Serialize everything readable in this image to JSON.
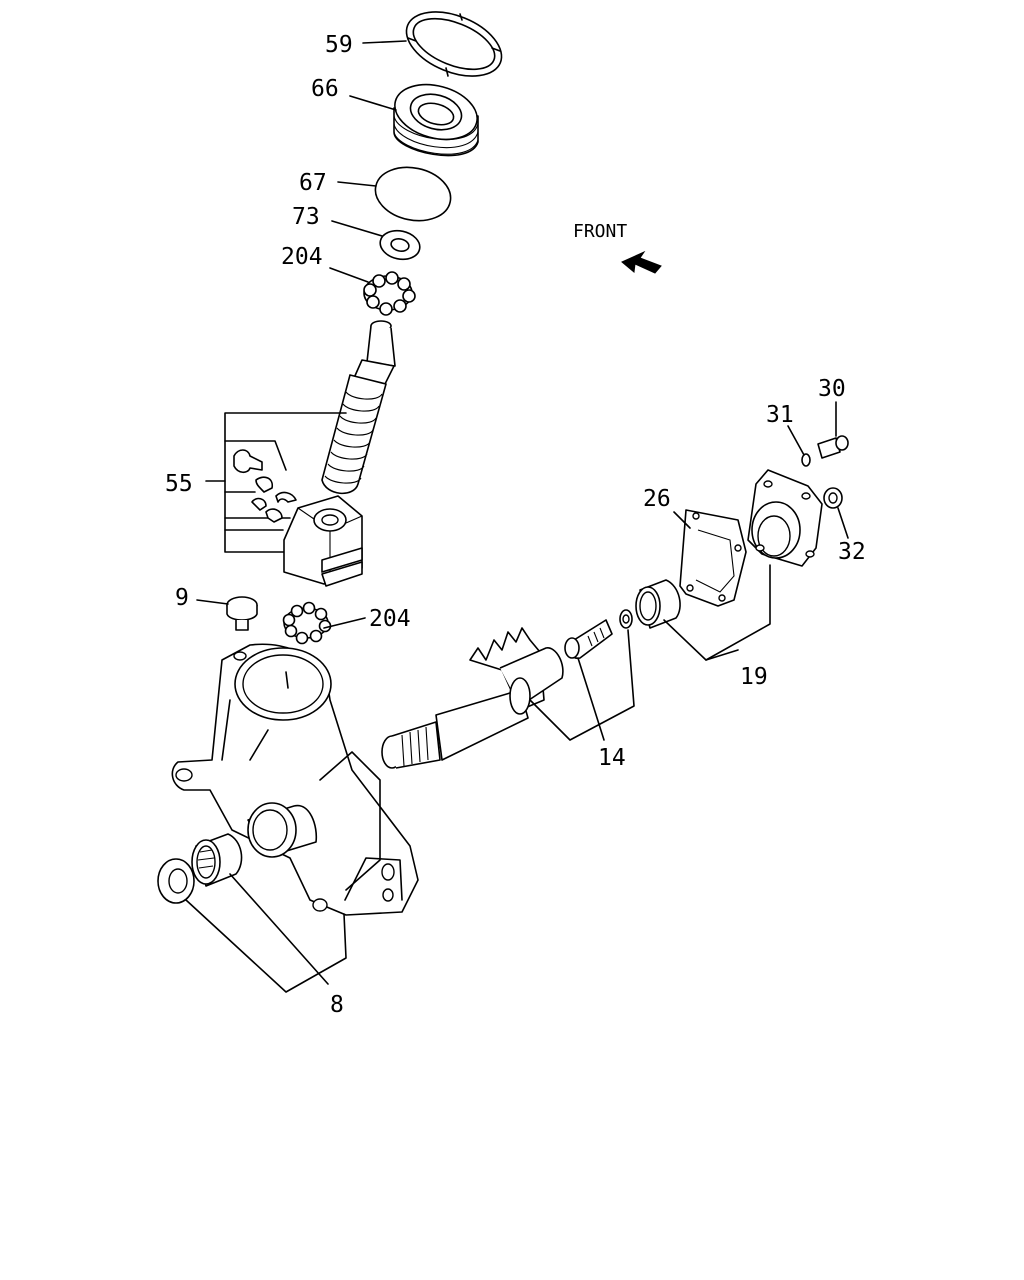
{
  "direction_label": "FRONT",
  "callouts": {
    "c59": "59",
    "c66": "66",
    "c67": "67",
    "c73": "73",
    "c204_top": "204",
    "c55": "55",
    "c9": "9",
    "c204_mid": "204",
    "c30": "30",
    "c31": "31",
    "c26": "26",
    "c32": "32",
    "c19": "19",
    "c14": "14",
    "c8": "8"
  },
  "icons": {
    "front_arrow": "arrow-up-left-icon"
  }
}
